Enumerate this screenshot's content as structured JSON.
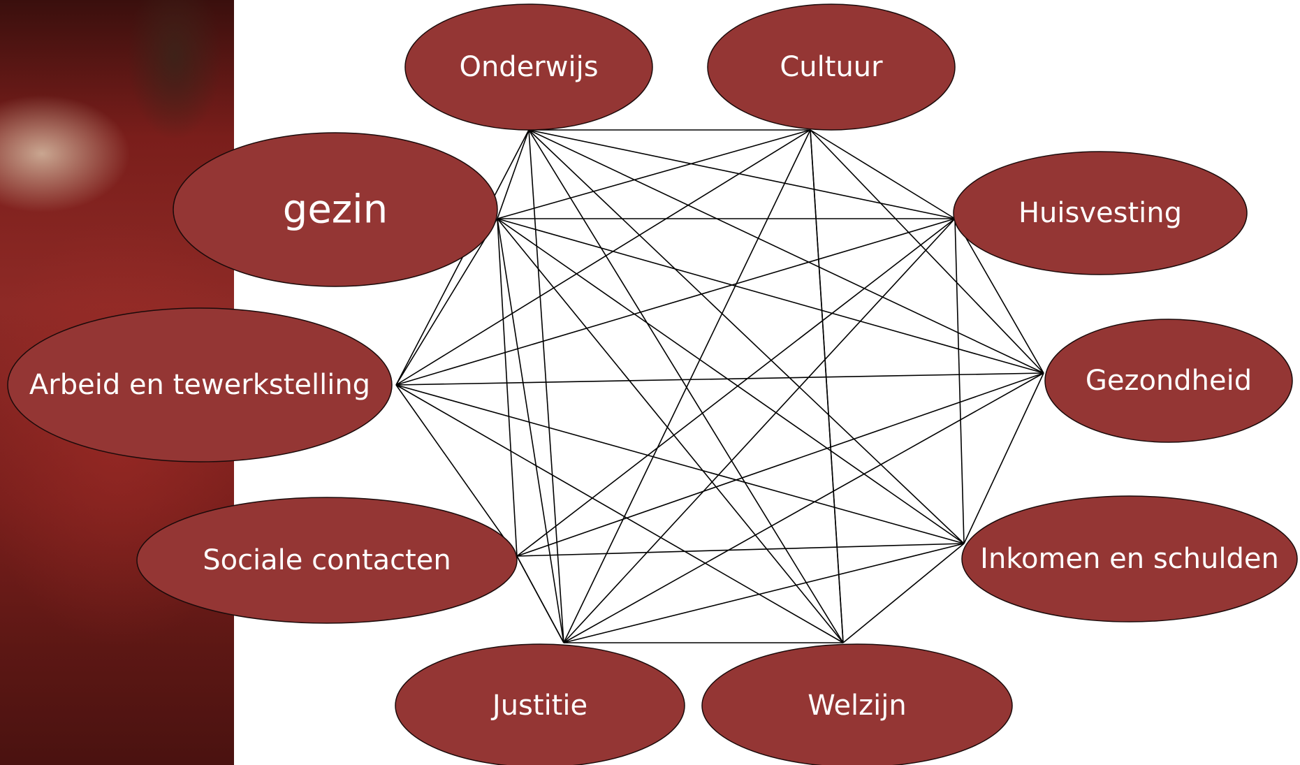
{
  "colors": {
    "node_fill": "#943634",
    "edge": "#000000",
    "label": "#ffffff",
    "photo_strip": "#7a1e1b"
  },
  "nodes": [
    {
      "id": "onderwijs",
      "label": "Onderwijs"
    },
    {
      "id": "cultuur",
      "label": "Cultuur"
    },
    {
      "id": "gezin",
      "label": "gezin"
    },
    {
      "id": "huisvesting",
      "label": "Huisvesting"
    },
    {
      "id": "arbeid",
      "label": "Arbeid en tewerkstelling"
    },
    {
      "id": "gezondheid",
      "label": "Gezondheid"
    },
    {
      "id": "sociale",
      "label": "Sociale contacten"
    },
    {
      "id": "inkomen",
      "label": "Inkomen en schulden"
    },
    {
      "id": "justitie",
      "label": "Justitie"
    },
    {
      "id": "welzijn",
      "label": "Welzijn"
    }
  ],
  "edges": [
    [
      "onderwijs",
      "cultuur"
    ],
    [
      "cultuur",
      "huisvesting"
    ],
    [
      "huisvesting",
      "gezondheid"
    ],
    [
      "gezondheid",
      "inkomen"
    ],
    [
      "inkomen",
      "welzijn"
    ],
    [
      "welzijn",
      "justitie"
    ],
    [
      "justitie",
      "sociale"
    ],
    [
      "sociale",
      "arbeid"
    ],
    [
      "arbeid",
      "gezin"
    ],
    [
      "gezin",
      "onderwijs"
    ],
    [
      "onderwijs",
      "huisvesting"
    ],
    [
      "onderwijs",
      "gezondheid"
    ],
    [
      "onderwijs",
      "inkomen"
    ],
    [
      "onderwijs",
      "welzijn"
    ],
    [
      "onderwijs",
      "justitie"
    ],
    [
      "onderwijs",
      "arbeid"
    ],
    [
      "cultuur",
      "gezin"
    ],
    [
      "cultuur",
      "gezondheid"
    ],
    [
      "cultuur",
      "welzijn"
    ],
    [
      "cultuur",
      "justitie"
    ],
    [
      "cultuur",
      "arbeid"
    ],
    [
      "gezin",
      "huisvesting"
    ],
    [
      "gezin",
      "gezondheid"
    ],
    [
      "gezin",
      "inkomen"
    ],
    [
      "gezin",
      "welzijn"
    ],
    [
      "gezin",
      "justitie"
    ],
    [
      "gezin",
      "sociale"
    ],
    [
      "huisvesting",
      "inkomen"
    ],
    [
      "huisvesting",
      "justitie"
    ],
    [
      "huisvesting",
      "sociale"
    ],
    [
      "gezondheid",
      "arbeid"
    ],
    [
      "gezondheid",
      "justitie"
    ],
    [
      "gezondheid",
      "sociale"
    ],
    [
      "inkomen",
      "arbeid"
    ],
    [
      "inkomen",
      "sociale"
    ],
    [
      "inkomen",
      "justitie"
    ],
    [
      "welzijn",
      "arbeid"
    ],
    [
      "welzijn",
      "cultuur"
    ],
    [
      "arbeid",
      "huisvesting"
    ],
    [
      "justitie",
      "sociale"
    ]
  ]
}
